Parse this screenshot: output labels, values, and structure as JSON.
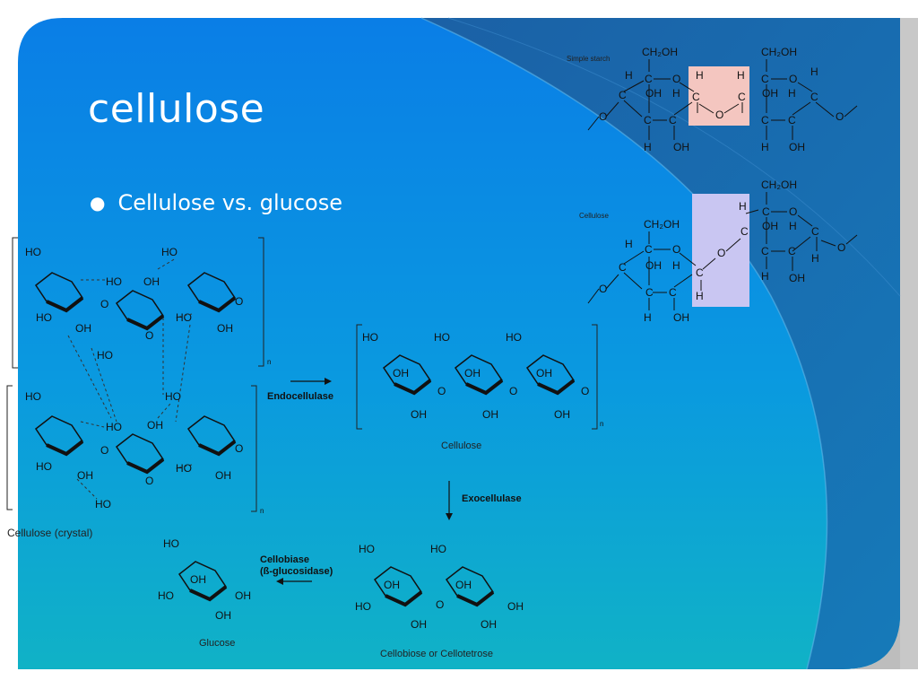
{
  "slide": {
    "title": "cellulose",
    "bullets": [
      "Cellulose vs. glucose"
    ]
  },
  "top_right": {
    "starch_label": "Simple starch",
    "cellulose_label": "Cellulose",
    "atoms": {
      "ch2oh": "CH2OH",
      "oh": "OH",
      "h": "H",
      "c": "C",
      "o": "O"
    }
  },
  "diagram": {
    "crystal_label": "Cellulose (crystal)",
    "endo_label": "Endocellulase",
    "cellulose_label": "Cellulose",
    "exo_label": "Exocellulase",
    "cellobiase_line1": "Cellobiase",
    "cellobiase_line2": "(ß-glucosidase)",
    "glucose_label": "Glucose",
    "cellobiose_label": "Cellobiose or Cellotetrose",
    "n": "n",
    "atoms": {
      "ho": "HO",
      "oh": "OH",
      "o": "O"
    }
  },
  "colors": {
    "slide_bg_top": "#0a7fe0",
    "slide_bg_bottom": "#0fb0c8",
    "swoosh": "#1a66a8",
    "starch_highlight": "#f4c6c0",
    "cellulose_highlight": "#c9c6f2"
  }
}
